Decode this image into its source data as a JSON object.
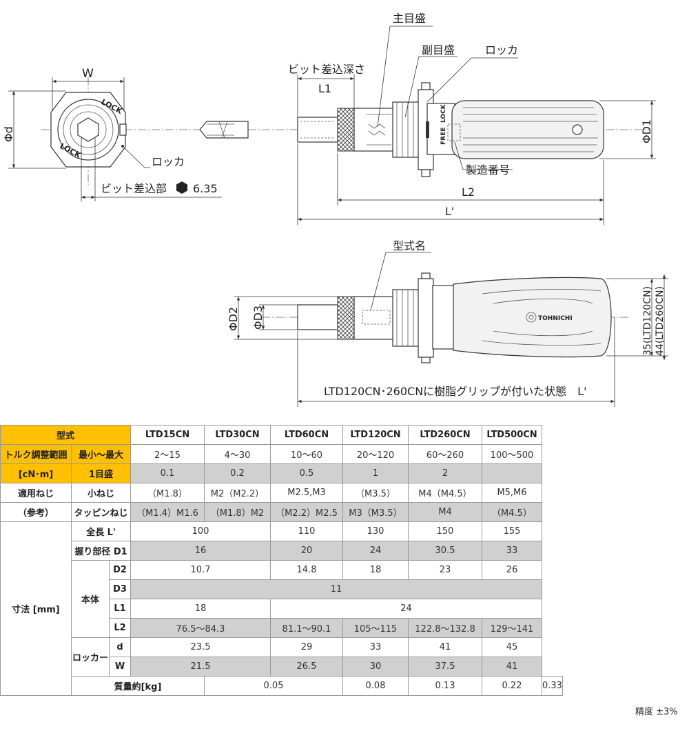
{
  "drawing": {
    "labels": {
      "w": "W",
      "phi_d": "Φd",
      "locker_left": "ロッカ",
      "bit_insert_part": "ビット差込部",
      "hex_size": "6.35",
      "lock_text": "LOCK",
      "bit_depth": "ビット差込深さ",
      "l1": "L1",
      "main_scale": "主目盛",
      "sub_scale": "副目盛",
      "locker_right": "ロッカ",
      "free": "FREE",
      "lock_small": "LOCK",
      "serial": "製造番号",
      "phi_d1": "ΦD1",
      "l2": "L2",
      "l_prime": "L'",
      "model_name": "型式名",
      "phi_d2": "ΦD2",
      "phi_d3": "ΦD3",
      "logo": "TOHNICHI",
      "grip_caption": "LTD120CN･260CNに樹脂グリップが付いた状態　L'",
      "h35": "35(LTD120CN)",
      "h44": "44(LTD260CN)"
    }
  },
  "table": {
    "header": [
      "型式",
      "LTD15CN",
      "LTD30CN",
      "LTD60CN",
      "LTD120CN",
      "LTD260CN",
      "LTD500CN"
    ],
    "torque_range_label": "トルク調整範囲",
    "unit_cnm": "[cN･m]",
    "min_max": "最小～最大",
    "min_max_values": [
      "2～15",
      "4～30",
      "10～60",
      "20～120",
      "60～260",
      "100～500"
    ],
    "one_div": "1目盛",
    "one_div_values": [
      "0.1",
      "0.2",
      "0.5",
      "1",
      "2",
      ""
    ],
    "screw_label": "適用ねじ",
    "ref_label": "（参考）",
    "small_screw": "小ねじ",
    "small_screw_values": [
      "（M1.8）",
      "M2（M2.2）",
      "M2.5,M3",
      "（M3.5）",
      "M4（M4.5）",
      "M5,M6"
    ],
    "tapping_screw": "タッピンねじ",
    "tapping_values": [
      "（M1.4）M1.6",
      "（M1.8）M2",
      "（M2.2）M2.5",
      "M3（M3.5）",
      "M4",
      "（M4.5）"
    ],
    "dim_label": "寸法 [mm]",
    "total_length": "全長 L'",
    "total_length_values": [
      "100",
      "110",
      "130",
      "150",
      "155"
    ],
    "grip_dia": "握り部径 D1",
    "grip_dia_values": [
      "16",
      "20",
      "24",
      "30.5",
      "33"
    ],
    "body_label": "本体",
    "d2": "D2",
    "d2_values": [
      "10.7",
      "14.8",
      "18",
      "23",
      "26"
    ],
    "d3": "D3",
    "d3_value": "11",
    "l1": "L1",
    "l1_values": [
      "18",
      "24"
    ],
    "l2": "L2",
    "l2_values": [
      "76.5～84.3",
      "81.1～90.1",
      "105～115",
      "122.8～132.8",
      "129～141"
    ],
    "locker_label": "ロッカー",
    "d": "d",
    "d_values": [
      "23.5",
      "29",
      "33",
      "41",
      "45"
    ],
    "w": "W",
    "w_values": [
      "21.5",
      "26.5",
      "30",
      "37.5",
      "41"
    ],
    "mass_label": "質量約[kg]",
    "mass_values": [
      "0.05",
      "0.08",
      "0.13",
      "0.22",
      "0.33"
    ]
  },
  "accuracy": "精度 ±3%"
}
